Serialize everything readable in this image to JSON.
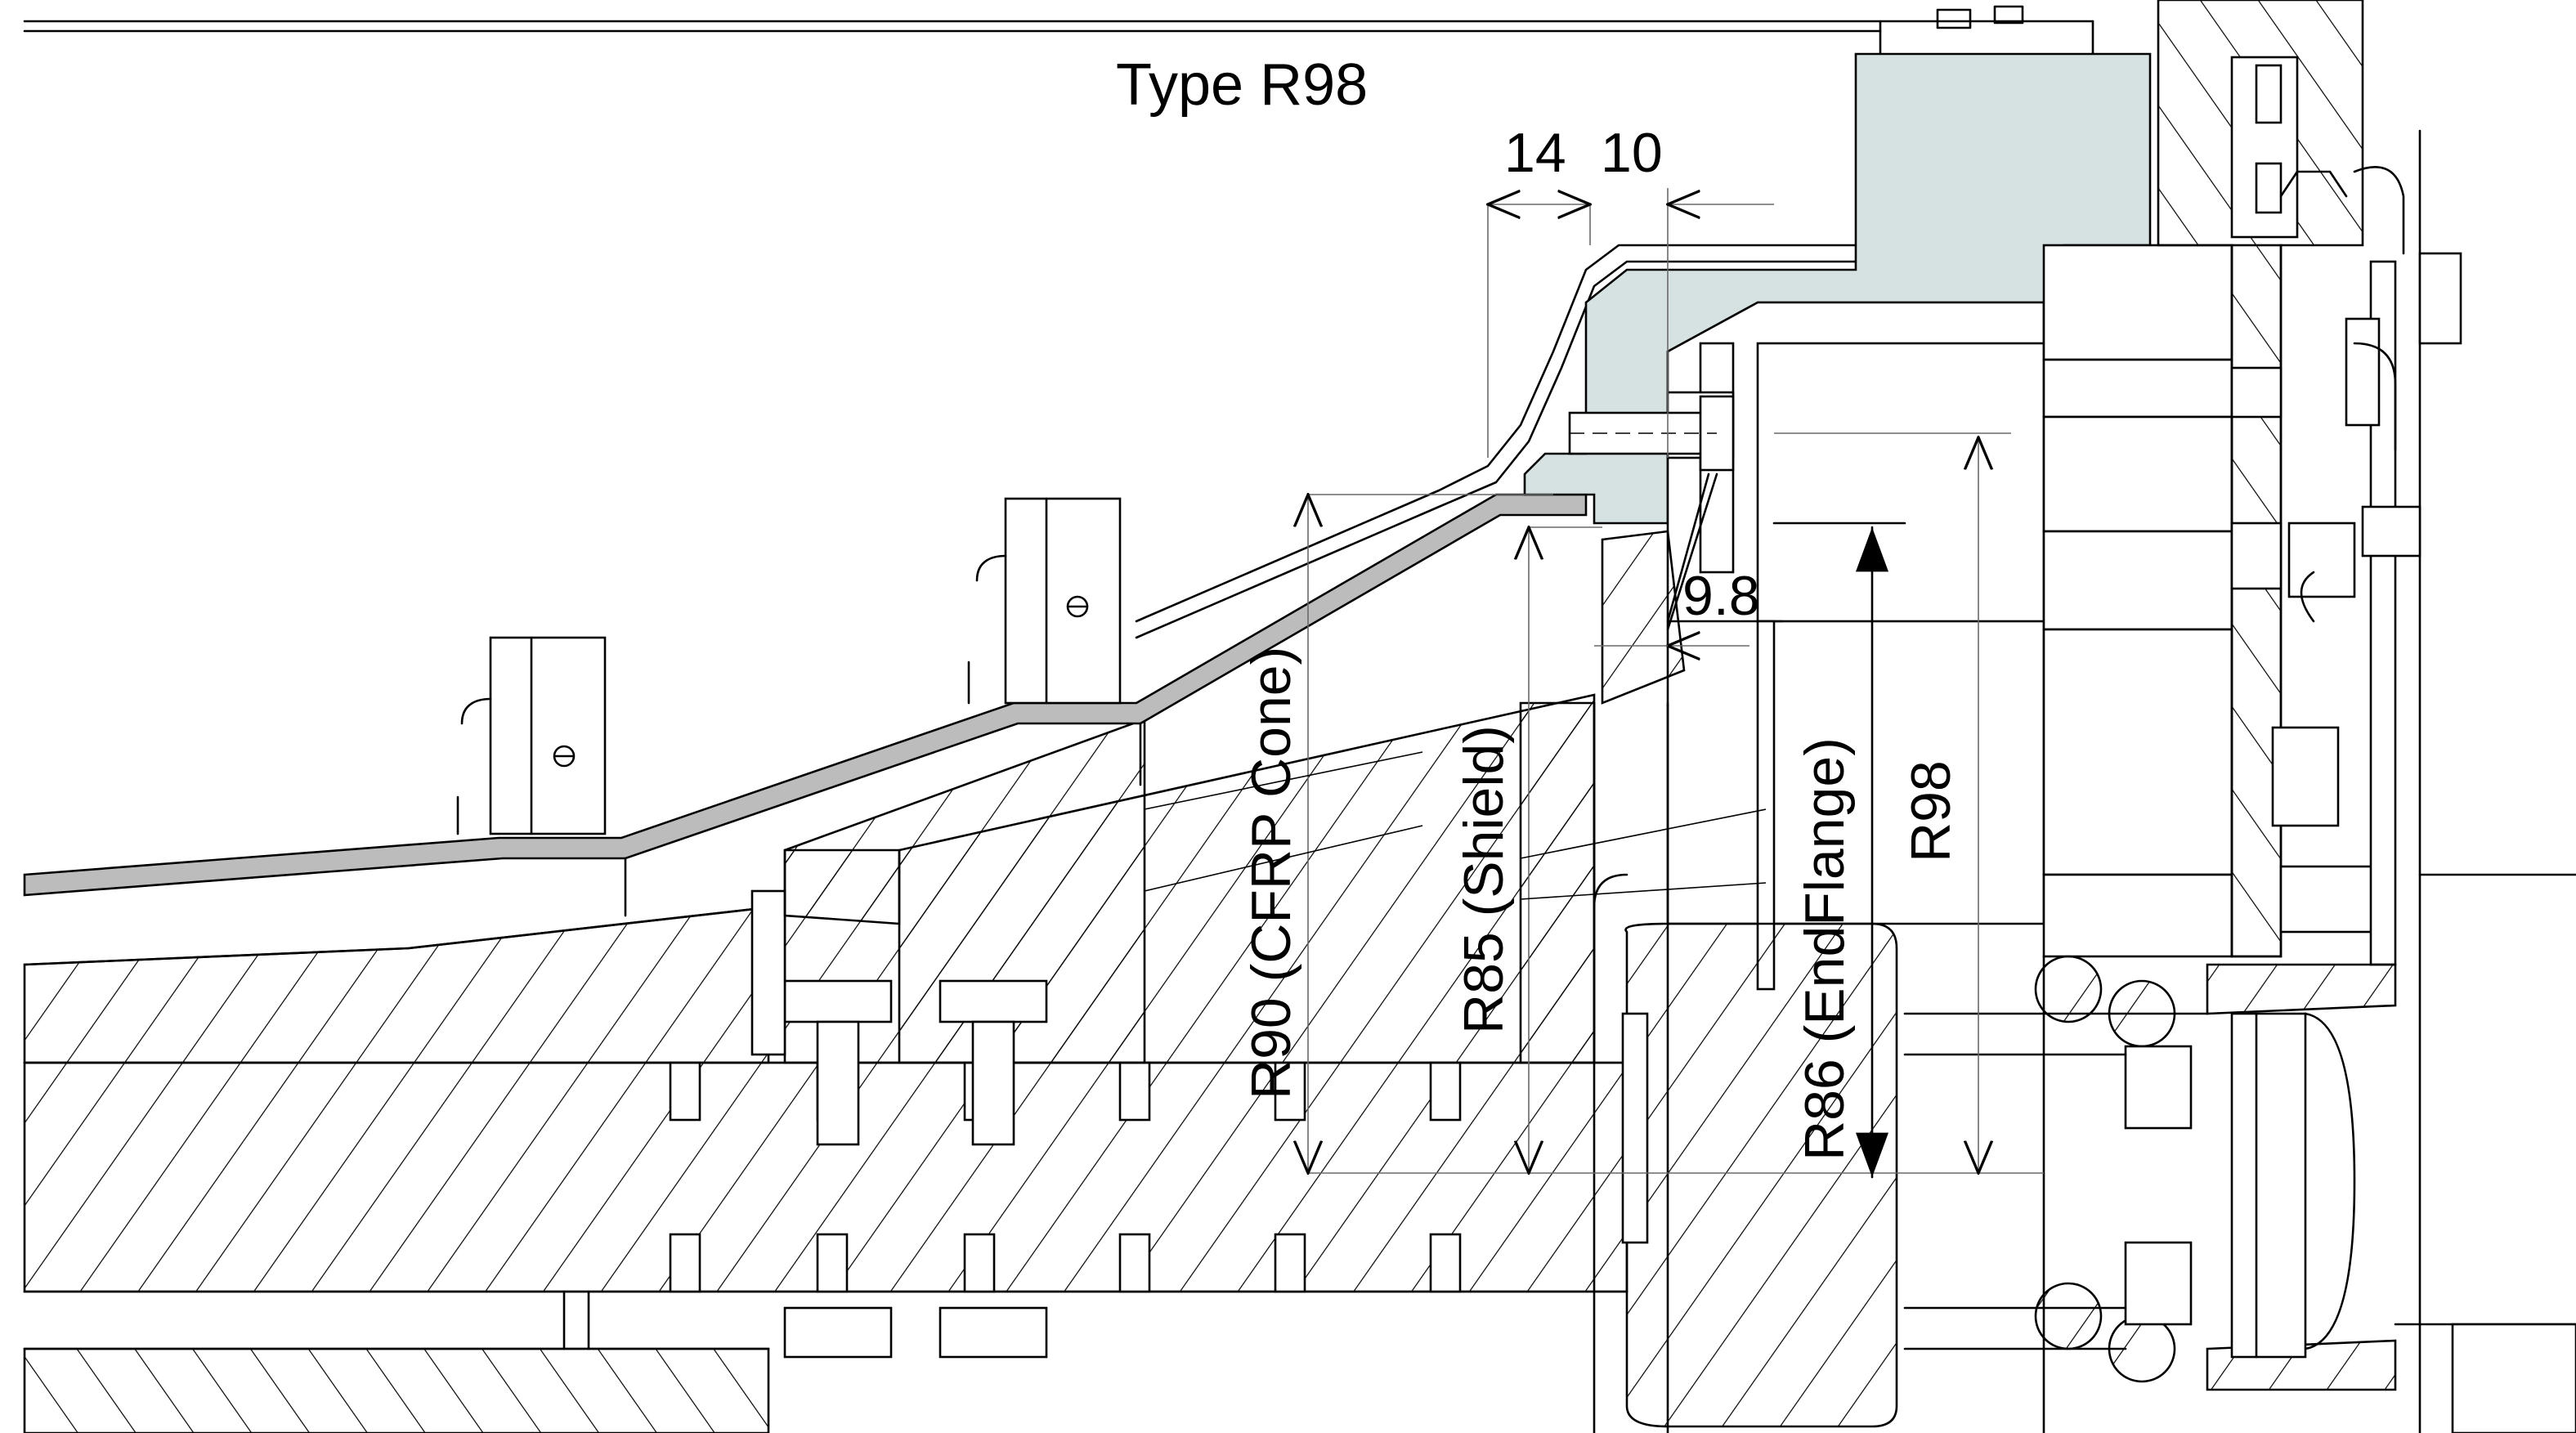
{
  "title": "Type R98",
  "dimensions": {
    "d14": "14",
    "d10": "10",
    "d9_8": "9.8"
  },
  "radius_labels": {
    "cfrp_cone": "R90 (CFRP Cone)",
    "shield": "R85 (Shield)",
    "end_flange": "R86 (EndFlange)",
    "r98": "R98"
  },
  "colors": {
    "shield_fill": "#d6e2e2",
    "cfrp_fill": "#bcbcbc",
    "line": "#000000",
    "dimension_line": "#6a6a6a"
  }
}
